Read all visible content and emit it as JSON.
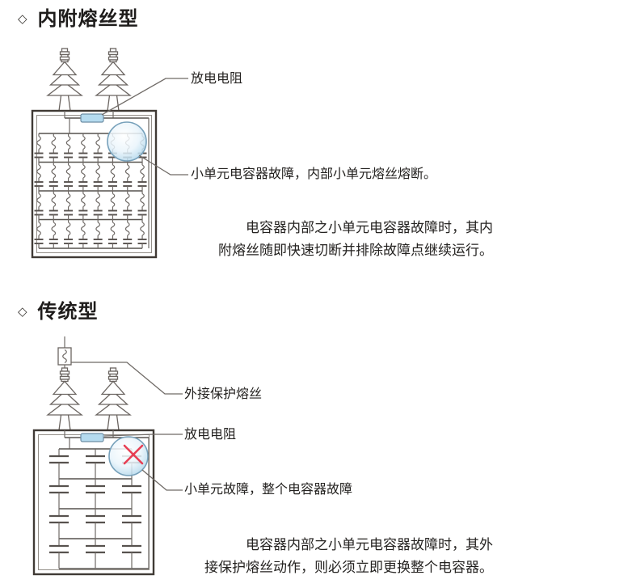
{
  "colors": {
    "accent_blue": "#b5dbef",
    "magnifier_stroke": "#76a0ba",
    "fail_red": "#e73f54",
    "line_dark": "#403a35",
    "text_dark": "#242220"
  },
  "section_fused": {
    "bullet": "◇",
    "title": "内附熔丝型",
    "callouts": {
      "discharge_resistor": "放电电阻",
      "fault": "小单元电容器故障，内部小单元熔丝熔断。"
    },
    "description_line1": "电容器内部之小单元电容器故障时，其内",
    "description_line2": "附熔丝随即快速切断并排除故障点继续运行。"
  },
  "section_traditional": {
    "bullet": "◇",
    "title": "传统型",
    "callouts": {
      "external_fuse": "外接保护熔丝",
      "discharge_resistor": "放电电阻",
      "fault": "小单元故障，整个电容器故障"
    },
    "description_line1": "电容器内部之小单元电容器故障时，其外",
    "description_line2": "接保护熔丝动作，则必须立即更换整个电容器。"
  },
  "figures": {
    "fused": {
      "unit": "fuse-plus-capacitor",
      "columns": 8,
      "rows": 4,
      "bushings": 2,
      "highlight": "magnifier-circle"
    },
    "traditional": {
      "unit": "capacitor",
      "columns": 3,
      "rows": 4,
      "bushings": 2,
      "external_fuse": true,
      "highlight": "magnifier-circle-with-red-x"
    }
  }
}
